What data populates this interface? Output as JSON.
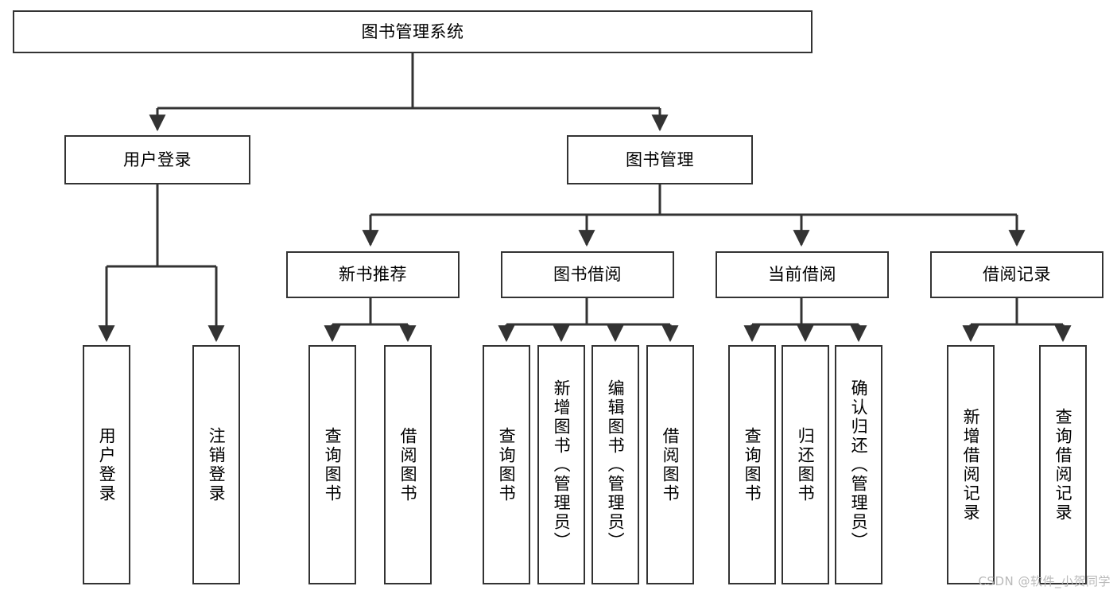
{
  "diagram": {
    "title": "图书管理系统",
    "type": "hierarchy-tree",
    "orientation": "top-down",
    "colors": {
      "box_border": "#333333",
      "box_fill": "#ffffff",
      "connector": "#333333",
      "text": "#000000",
      "watermark": "#b9b9b9",
      "background": "#ffffff"
    },
    "root": {
      "label": "图书管理系统",
      "text_direction": "horizontal"
    },
    "level2": [
      {
        "label": "用户登录",
        "text_direction": "horizontal"
      },
      {
        "label": "图书管理",
        "text_direction": "horizontal"
      }
    ],
    "level3": [
      {
        "label": "新书推荐",
        "text_direction": "horizontal"
      },
      {
        "label": "图书借阅",
        "text_direction": "horizontal"
      },
      {
        "label": "当前借阅",
        "text_direction": "horizontal"
      },
      {
        "label": "借阅记录",
        "text_direction": "horizontal"
      }
    ],
    "leaves": {
      "user_login": [
        {
          "label": "用户登录",
          "text_direction": "vertical"
        },
        {
          "label": "注销登录",
          "text_direction": "vertical"
        }
      ],
      "new_book_recommend": [
        {
          "label": "查询图书",
          "text_direction": "vertical"
        },
        {
          "label": "借阅图书",
          "text_direction": "vertical"
        }
      ],
      "book_borrow": [
        {
          "label": "查询图书",
          "text_direction": "vertical"
        },
        {
          "label": "新增图书（管理员）",
          "text_direction": "vertical"
        },
        {
          "label": "编辑图书（管理员）",
          "text_direction": "vertical"
        },
        {
          "label": "借阅图书",
          "text_direction": "vertical"
        }
      ],
      "current_borrow": [
        {
          "label": "查询图书",
          "text_direction": "vertical"
        },
        {
          "label": "归还图书",
          "text_direction": "vertical"
        },
        {
          "label": "确认归还（管理员）",
          "text_direction": "vertical"
        }
      ],
      "borrow_record": [
        {
          "label": "新增借阅记录",
          "text_direction": "vertical"
        },
        {
          "label": "查询借阅记录",
          "text_direction": "vertical"
        }
      ]
    }
  },
  "watermark": {
    "text": "CSDN @软件_小贺同学"
  }
}
